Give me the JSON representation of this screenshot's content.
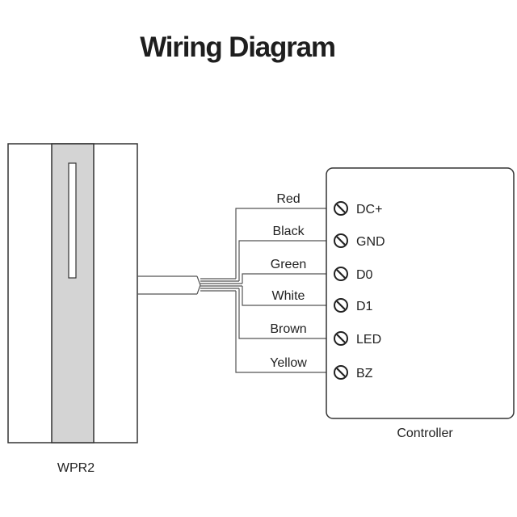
{
  "title": "Wiring Diagram",
  "reader": {
    "label": "WPR2"
  },
  "controller": {
    "label": "Controller"
  },
  "wires": [
    {
      "color_name": "Red",
      "terminal": "DC+"
    },
    {
      "color_name": "Black",
      "terminal": "GND"
    },
    {
      "color_name": "Green",
      "terminal": "D0"
    },
    {
      "color_name": "White",
      "terminal": "D1"
    },
    {
      "color_name": "Brown",
      "terminal": "LED"
    },
    {
      "color_name": "Yellow",
      "terminal": "BZ"
    }
  ],
  "colors": {
    "reader_strip": "#d4d4d4",
    "outline": "#333333",
    "wire": "#555555"
  }
}
